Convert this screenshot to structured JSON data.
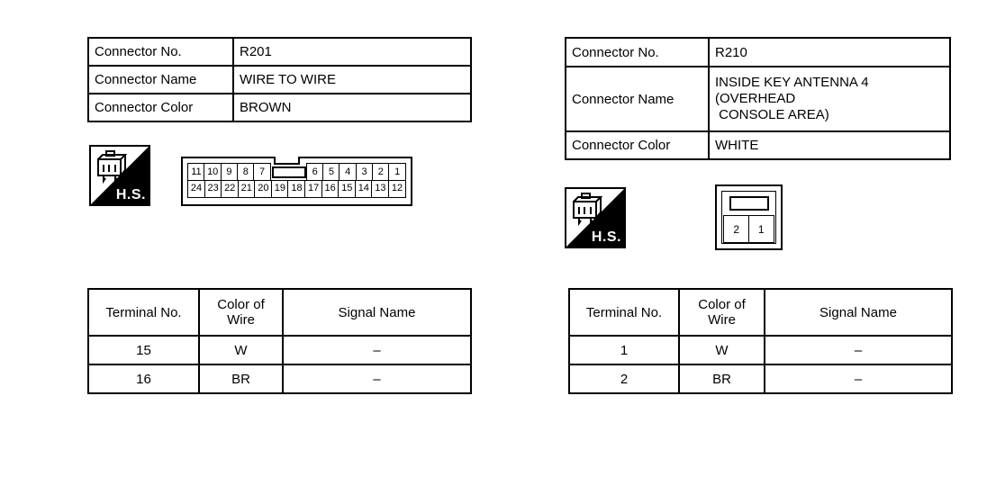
{
  "left": {
    "info": {
      "no_label": "Connector No.",
      "no_value": "R201",
      "name_label": "Connector Name",
      "name_value": "WIRE TO WIRE",
      "color_label": "Connector Color",
      "color_value": "BROWN"
    },
    "hs_label": "H.S.",
    "pins_top_left": [
      "11",
      "10",
      "9",
      "8",
      "7"
    ],
    "pins_top_right": [
      "6",
      "5",
      "4",
      "3",
      "2",
      "1"
    ],
    "pins_bottom": [
      "24",
      "23",
      "22",
      "21",
      "20",
      "19",
      "18",
      "17",
      "16",
      "15",
      "14",
      "13",
      "12"
    ],
    "table": {
      "col_terminal": "Terminal No.",
      "col_color_line1": "Color of",
      "col_color_line2": "Wire",
      "col_signal": "Signal Name",
      "rows": [
        {
          "terminal": "15",
          "color": "W",
          "signal": "–"
        },
        {
          "terminal": "16",
          "color": "BR",
          "signal": "–"
        }
      ]
    }
  },
  "right": {
    "info": {
      "no_label": "Connector No.",
      "no_value": "R210",
      "name_label": "Connector Name",
      "name_line1": "INSIDE KEY ANTENNA 4",
      "name_line2": "(OVERHEAD",
      "name_line3": " CONSOLE AREA)",
      "color_label": "Connector Color",
      "color_value": "WHITE"
    },
    "hs_label": "H.S.",
    "pins": [
      "2",
      "1"
    ],
    "table": {
      "col_terminal": "Terminal No.",
      "col_color_line1": "Color of",
      "col_color_line2": "Wire",
      "col_signal": "Signal Name",
      "rows": [
        {
          "terminal": "1",
          "color": "W",
          "signal": "–"
        },
        {
          "terminal": "2",
          "color": "BR",
          "signal": "–"
        }
      ]
    }
  },
  "colors": {
    "line": "#000000",
    "text": "#000000",
    "hs_background": "#000000",
    "hs_text": "#ffffff",
    "page_background": "#ffffff"
  }
}
